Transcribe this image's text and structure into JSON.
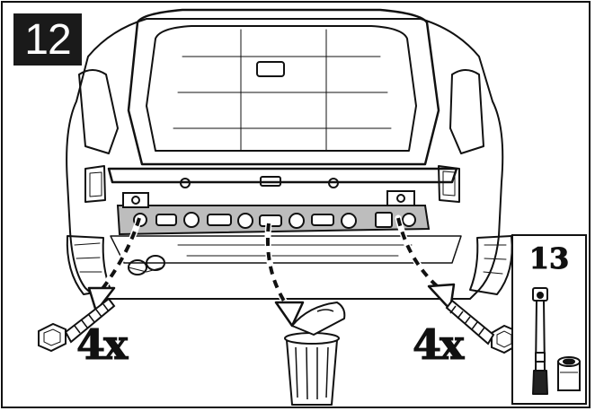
{
  "step": {
    "number": "12"
  },
  "quantities": {
    "left": "4x",
    "right": "4x"
  },
  "tool": {
    "size_label": "13"
  },
  "colors": {
    "ink": "#111111",
    "badge_bg": "#1a1a1a",
    "badge_text": "#ffffff",
    "paper": "#ffffff"
  },
  "icons": [
    "car-rear-illustration",
    "bumper-beam-icon",
    "bolt-icon",
    "trash-can-icon",
    "socket-wrench-icon",
    "socket-icon"
  ]
}
